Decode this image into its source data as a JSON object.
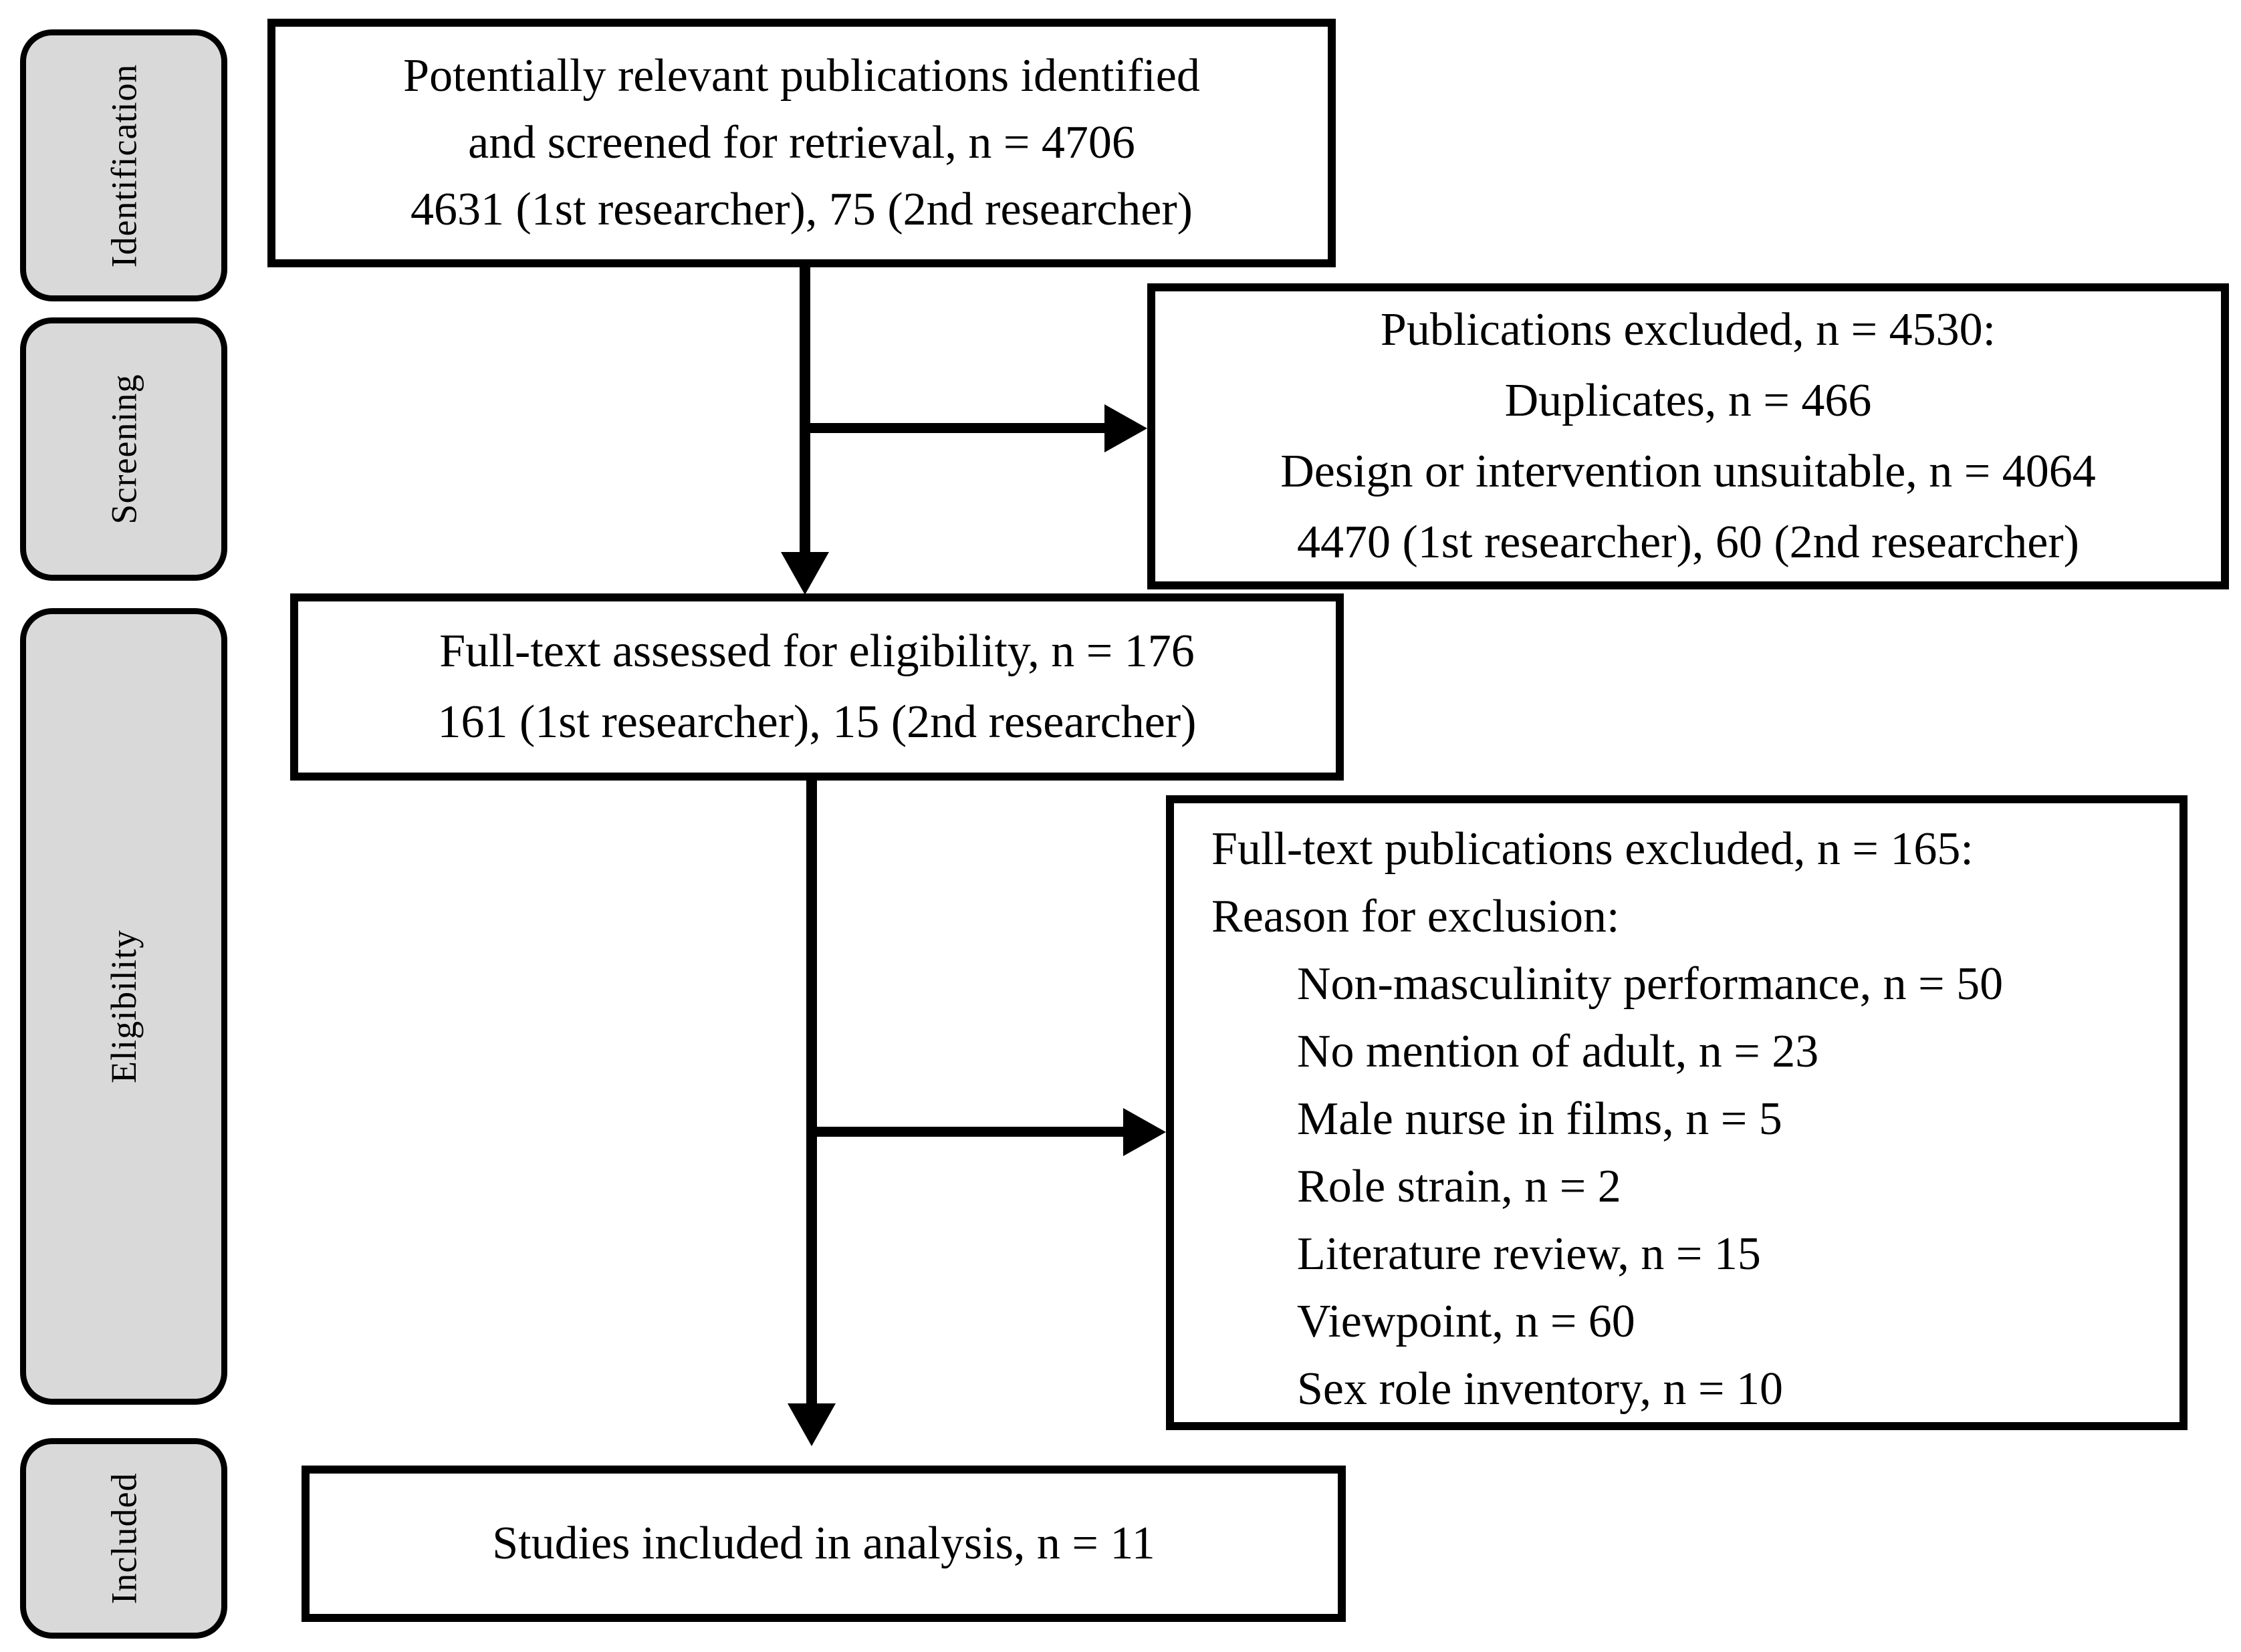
{
  "colors": {
    "background": "#ffffff",
    "stage_fill": "#d9d9d9",
    "line": "#000000"
  },
  "stages": [
    {
      "id": "identification",
      "label": "Identification"
    },
    {
      "id": "screening",
      "label": "Screening"
    },
    {
      "id": "eligibility",
      "label": "Eligibility"
    },
    {
      "id": "included",
      "label": "Included"
    }
  ],
  "boxes": {
    "identified": {
      "lines": [
        "Potentially relevant publications identified",
        "and screened for retrieval, n = 4706",
        "4631 (1st researcher), 75 (2nd researcher)"
      ]
    },
    "excluded_screening": {
      "lines": [
        "Publications excluded, n = 4530:",
        "Duplicates, n = 466",
        "Design or intervention unsuitable, n = 4064",
        "4470 (1st researcher), 60 (2nd researcher)"
      ]
    },
    "fulltext_assessed": {
      "lines": [
        "Full-text assessed for eligibility, n = 176",
        "161 (1st researcher), 15 (2nd researcher)"
      ]
    },
    "excluded_fulltext": {
      "title": "Full-text publications excluded, n = 165:",
      "subtitle": "Reason for exclusion:",
      "reasons": [
        "Non-masculinity performance, n = 50",
        "No mention of adult, n = 23",
        "Male nurse in films, n = 5",
        "Role strain, n = 2",
        "Literature review, n = 15",
        "Viewpoint, n = 60",
        "Sex role inventory, n = 10"
      ]
    },
    "included_studies": {
      "lines": [
        "Studies included in analysis, n = 11"
      ]
    }
  },
  "arrows": [
    {
      "from": "identified",
      "to": "fulltext_assessed"
    },
    {
      "from": "identified",
      "to": "excluded_screening"
    },
    {
      "from": "fulltext_assessed",
      "to": "included_studies"
    },
    {
      "from": "fulltext_assessed",
      "to": "excluded_fulltext"
    }
  ]
}
